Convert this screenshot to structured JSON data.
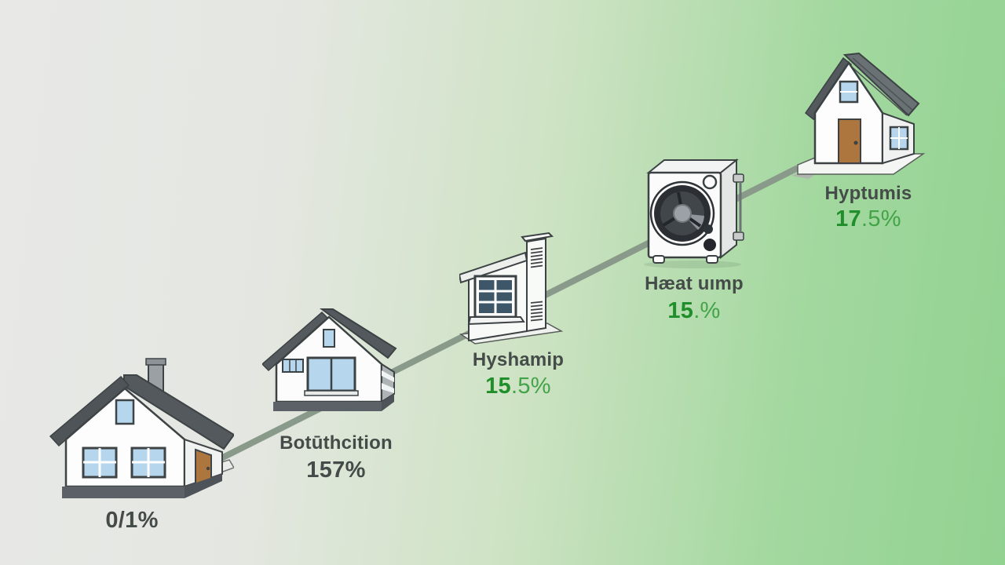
{
  "title": "home-heating-efficiency-infographic",
  "colors": {
    "background_left": "#e8e8e7",
    "background_right": "#92d291",
    "trend_line": "#8a9a8a",
    "label_dark": "#454b48",
    "accent_green_strong": "#1f8e2b",
    "accent_green_light": "#43a348"
  },
  "items": [
    {
      "icon": "house-small-illustration",
      "name_label": "",
      "pct_strong": "0/1",
      "pct_rest": "%",
      "pct_style": "dark"
    },
    {
      "icon": "house-gable-illustration",
      "name_label": "Botūthcition",
      "pct_strong": "157",
      "pct_rest": "%",
      "pct_style": "dark"
    },
    {
      "icon": "wall-section-illustration",
      "name_label": "Hyshamip",
      "pct_strong": "15",
      "pct_rest": ".5%",
      "pct_style": "green"
    },
    {
      "icon": "heat-pump-illustration",
      "name_label": "Hæat uımp",
      "pct_strong": "15",
      "pct_rest": ".%",
      "pct_style": "green"
    },
    {
      "icon": "house-top-illustration",
      "name_label": "Hyptumis",
      "pct_strong": "17",
      "pct_rest": ".5%",
      "pct_style": "green"
    }
  ]
}
